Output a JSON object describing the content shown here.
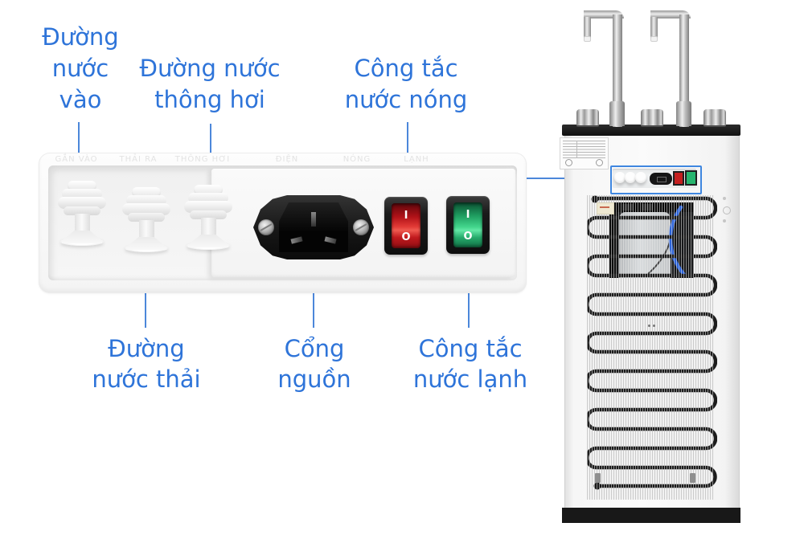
{
  "colors": {
    "label_blue": "#2e74d9",
    "callout_line_blue": "#4c87da",
    "highlight_box_blue": "#3f87e0",
    "switch_red": "#d31b20",
    "switch_green": "#2fc17e",
    "socket_black": "#141414",
    "unit_trim_black": "#181818"
  },
  "callouts": {
    "water_in": {
      "lines": [
        "Đường",
        "nước",
        "vào"
      ]
    },
    "vent": {
      "lines": [
        "Đường nước",
        "thông hơi"
      ]
    },
    "hot_switch": {
      "lines": [
        "Công tắc",
        "nước nóng"
      ]
    },
    "waste": {
      "lines": [
        "Đường",
        "nước thải"
      ]
    },
    "power_port": {
      "lines": [
        "Cổng",
        "nguồn"
      ]
    },
    "cold_switch": {
      "lines": [
        "Công tắc",
        "nước lạnh"
      ]
    }
  },
  "panel": {
    "embossed_captions": [
      "GẮN VÀO",
      "THẢI RA",
      "THÔNG HƠI",
      "ĐIỆN",
      "NÓNG",
      "LẠNH"
    ],
    "hot_switch_marks": {
      "on": "I",
      "off": "O"
    },
    "cold_switch_marks": {
      "on": "I",
      "off": "O"
    }
  }
}
